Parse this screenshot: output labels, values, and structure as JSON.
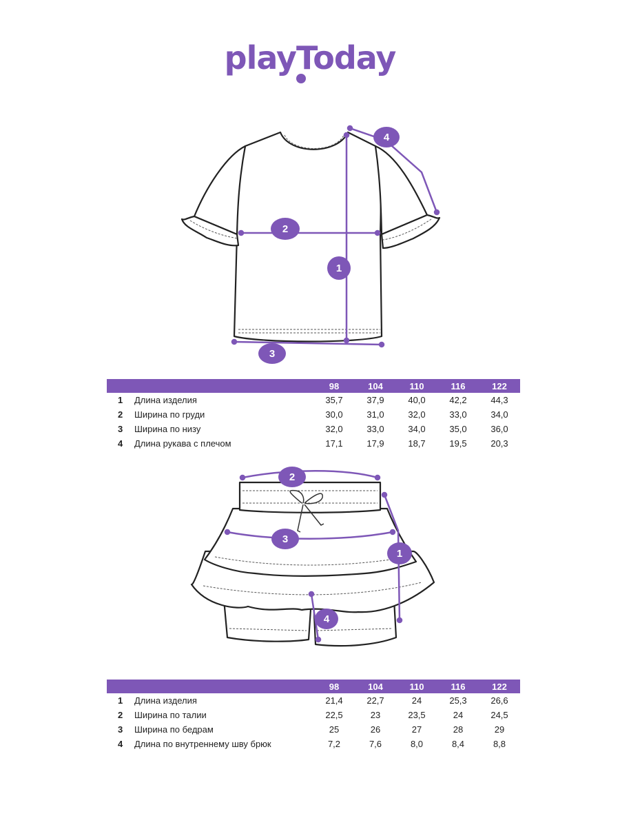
{
  "brand": {
    "logo_text": "playToday",
    "color": "#7e57b7"
  },
  "colors": {
    "accent": "#7e57b7",
    "outline": "#222222"
  },
  "tshirt": {
    "markers": {
      "m1": "1",
      "m2": "2",
      "m3": "3",
      "m4": "4"
    },
    "table": {
      "sizes": [
        "98",
        "104",
        "110",
        "116",
        "122"
      ],
      "rows": [
        {
          "num": "1",
          "label": "Длина изделия",
          "values": [
            "35,7",
            "37,9",
            "40,0",
            "42,2",
            "44,3"
          ]
        },
        {
          "num": "2",
          "label": "Ширина по груди",
          "values": [
            "30,0",
            "31,0",
            "32,0",
            "33,0",
            "34,0"
          ]
        },
        {
          "num": "3",
          "label": "Ширина по низу",
          "values": [
            "32,0",
            "33,0",
            "34,0",
            "35,0",
            "36,0"
          ]
        },
        {
          "num": "4",
          "label": "Длина рукава с плечом",
          "values": [
            "17,1",
            "17,9",
            "18,7",
            "19,5",
            "20,3"
          ]
        }
      ]
    }
  },
  "skirt": {
    "markers": {
      "m1": "1",
      "m2": "2",
      "m3": "3",
      "m4": "4"
    },
    "table": {
      "sizes": [
        "98",
        "104",
        "110",
        "116",
        "122"
      ],
      "rows": [
        {
          "num": "1",
          "label": "Длина изделия",
          "values": [
            "21,4",
            "22,7",
            "24",
            "25,3",
            "26,6"
          ]
        },
        {
          "num": "2",
          "label": "Ширина по талии",
          "values": [
            "22,5",
            "23",
            "23,5",
            "24",
            "24,5"
          ]
        },
        {
          "num": "3",
          "label": "Ширина по бедрам",
          "values": [
            "25",
            "26",
            "27",
            "28",
            "29"
          ]
        },
        {
          "num": "4",
          "label": "Длина по внутреннему шву брюк",
          "values": [
            "7,2",
            "7,6",
            "8,0",
            "8,4",
            "8,8"
          ]
        }
      ]
    }
  }
}
